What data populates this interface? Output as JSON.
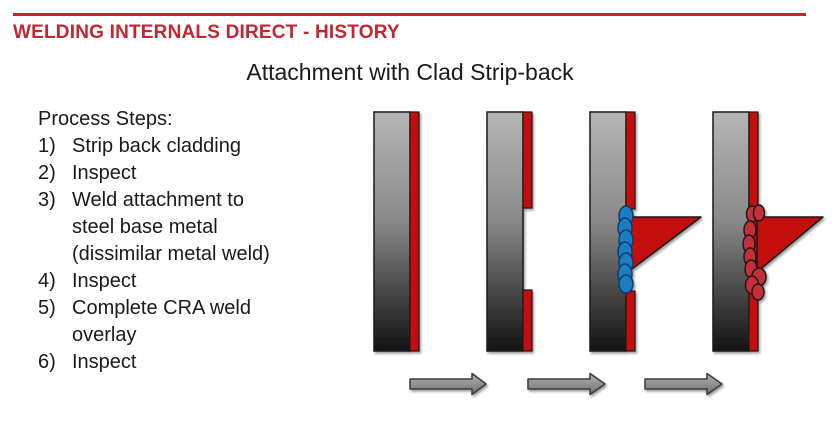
{
  "header": {
    "title": "WELDING INTERNALS DIRECT - HISTORY"
  },
  "subtitle": "Attachment with Clad Strip-back",
  "process_steps": {
    "heading": "Process Steps:",
    "items": [
      {
        "num": "1)",
        "text": "Strip back cladding"
      },
      {
        "num": "2)",
        "text": "Inspect"
      },
      {
        "num": "3)",
        "text": "Weld attachment to\nsteel base metal\n(dissimilar metal weld)"
      },
      {
        "num": "4)",
        "text": "Inspect"
      },
      {
        "num": "5)",
        "text": "Complete CRA weld\noverlay"
      },
      {
        "num": "6)",
        "text": "Inspect"
      }
    ]
  },
  "icons": {
    "flow_arrow": "arrow-right-icon"
  },
  "colors": {
    "accent_red": "#C2262E",
    "clad_red": "#C40808",
    "weld_blue": "#1E7CC4",
    "weld_blue_outline": "#0D3D66",
    "weld_red": "#C62F38",
    "outline_dark": "#1A1A1A",
    "text_dark": "#1A1A1A",
    "bar_gray_top": "#B5B5B5",
    "bar_gray_mid": "#8A8A8A",
    "bar_gray_dark": "#3D3D3D",
    "bar_gray_bottom": "#141414",
    "arrow_gray_top": "#B2B2B2",
    "arrow_gray_bottom": "#707070",
    "arrow_outline": "#3A3A3A"
  }
}
